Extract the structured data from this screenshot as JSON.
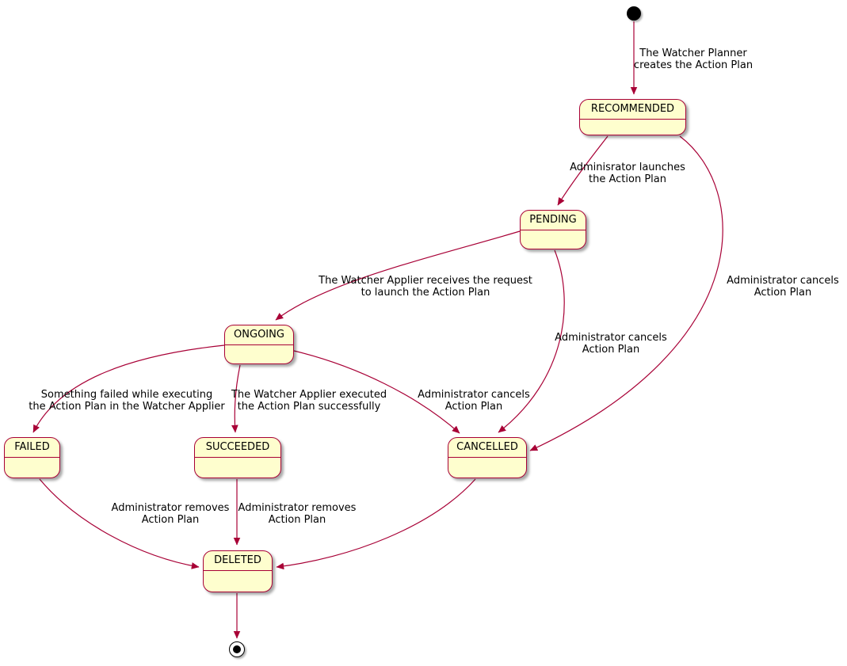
{
  "diagram": {
    "type": "state-diagram",
    "colors": {
      "state_fill": "#FEFECE",
      "state_border": "#A80036",
      "arrow": "#A80036",
      "text": "#000000",
      "start_final": "#000000"
    },
    "states": [
      {
        "id": "RECOMMENDED",
        "label": "RECOMMENDED"
      },
      {
        "id": "PENDING",
        "label": "PENDING"
      },
      {
        "id": "ONGOING",
        "label": "ONGOING"
      },
      {
        "id": "FAILED",
        "label": "FAILED"
      },
      {
        "id": "SUCCEEDED",
        "label": "SUCCEEDED"
      },
      {
        "id": "CANCELLED",
        "label": "CANCELLED"
      },
      {
        "id": "DELETED",
        "label": "DELETED"
      }
    ],
    "transitions": [
      {
        "from": "start",
        "to": "RECOMMENDED",
        "label_line1": "The Watcher Planner",
        "label_line2": "creates the Action Plan"
      },
      {
        "from": "RECOMMENDED",
        "to": "PENDING",
        "label_line1": "Adminisrator launches",
        "label_line2": "the Action Plan"
      },
      {
        "from": "PENDING",
        "to": "ONGOING",
        "label_line1": "The Watcher Applier receives the request",
        "label_line2": "to launch the Action Plan"
      },
      {
        "from": "ONGOING",
        "to": "FAILED",
        "label_line1": "Something failed while executing",
        "label_line2": "the Action Plan in the Watcher Applier"
      },
      {
        "from": "ONGOING",
        "to": "SUCCEEDED",
        "label_line1": "The Watcher Applier executed",
        "label_line2": "the Action Plan successfully"
      },
      {
        "from": "ONGOING",
        "to": "CANCELLED",
        "label_line1": "Administrator cancels",
        "label_line2": "Action Plan"
      },
      {
        "from": "PENDING",
        "to": "CANCELLED",
        "label_line1": "Administrator cancels",
        "label_line2": "Action Plan"
      },
      {
        "from": "RECOMMENDED",
        "to": "CANCELLED",
        "label_line1": "Administrator cancels",
        "label_line2": "Action Plan"
      },
      {
        "from": "FAILED",
        "to": "DELETED",
        "label_line1": "Administrator removes",
        "label_line2": "Action Plan"
      },
      {
        "from": "SUCCEEDED",
        "to": "DELETED",
        "label_line1": "Administrator removes",
        "label_line2": "Action Plan"
      },
      {
        "from": "CANCELLED",
        "to": "DELETED",
        "label_line1": "",
        "label_line2": ""
      },
      {
        "from": "DELETED",
        "to": "end",
        "label_line1": "",
        "label_line2": ""
      }
    ]
  }
}
